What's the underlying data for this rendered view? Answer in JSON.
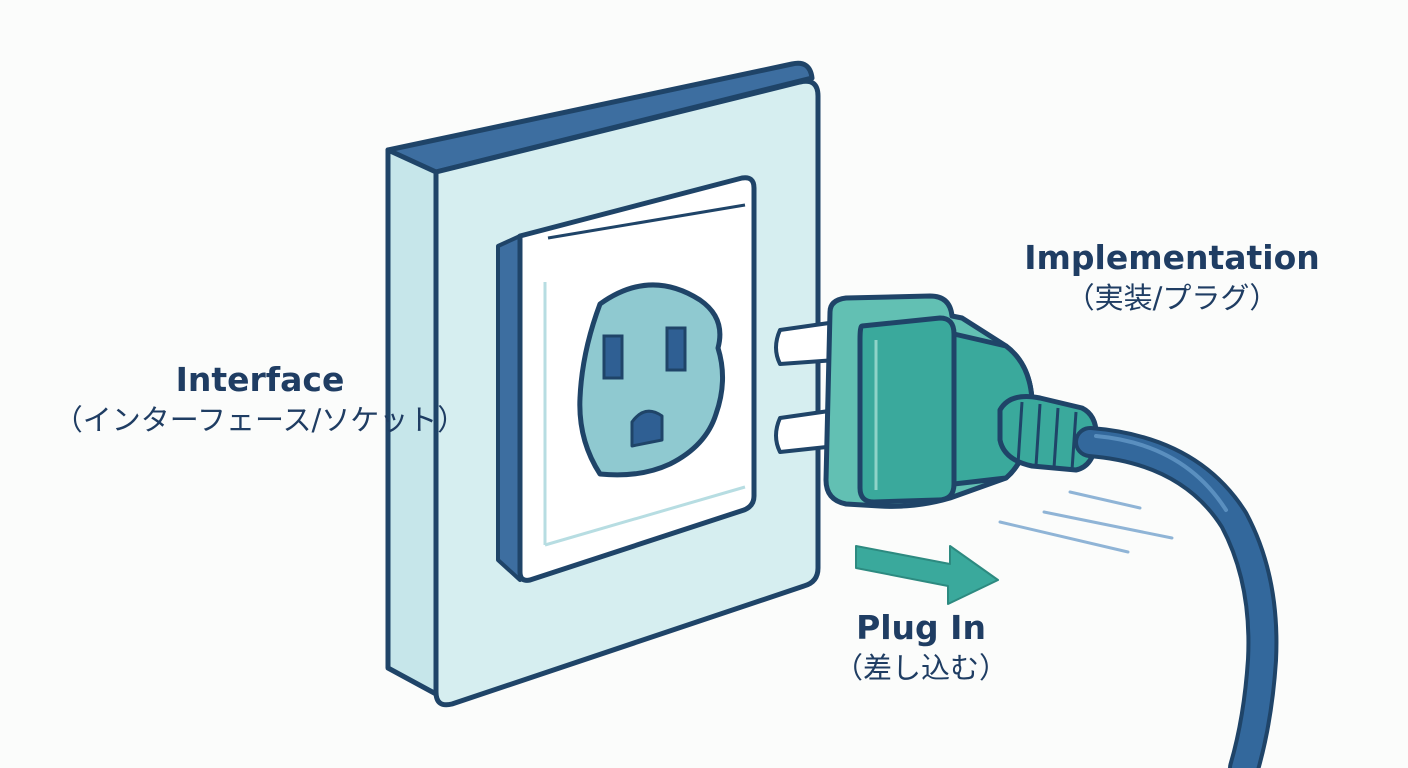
{
  "labels": {
    "interface": {
      "title": "Interface",
      "subtitle": "（インターフェース/ソケット）"
    },
    "implementation": {
      "title": "Implementation",
      "subtitle": "（実装/プラグ）"
    },
    "plug_in": {
      "title": "Plug In",
      "subtitle": "（差し込む）"
    }
  },
  "colors": {
    "outline": "#1f4468",
    "wall_plate": "#d6eef0",
    "plate_edge": "#3d6ea0",
    "socket_face": "#8fc9d0",
    "plug": "#3aa99c",
    "plug_light": "#62c0b3",
    "cable": "#33689c",
    "arrow": "#3aa99c"
  },
  "icons": [
    "wall-socket-icon",
    "plug-icon",
    "cable-icon",
    "arrow-right-icon"
  ]
}
